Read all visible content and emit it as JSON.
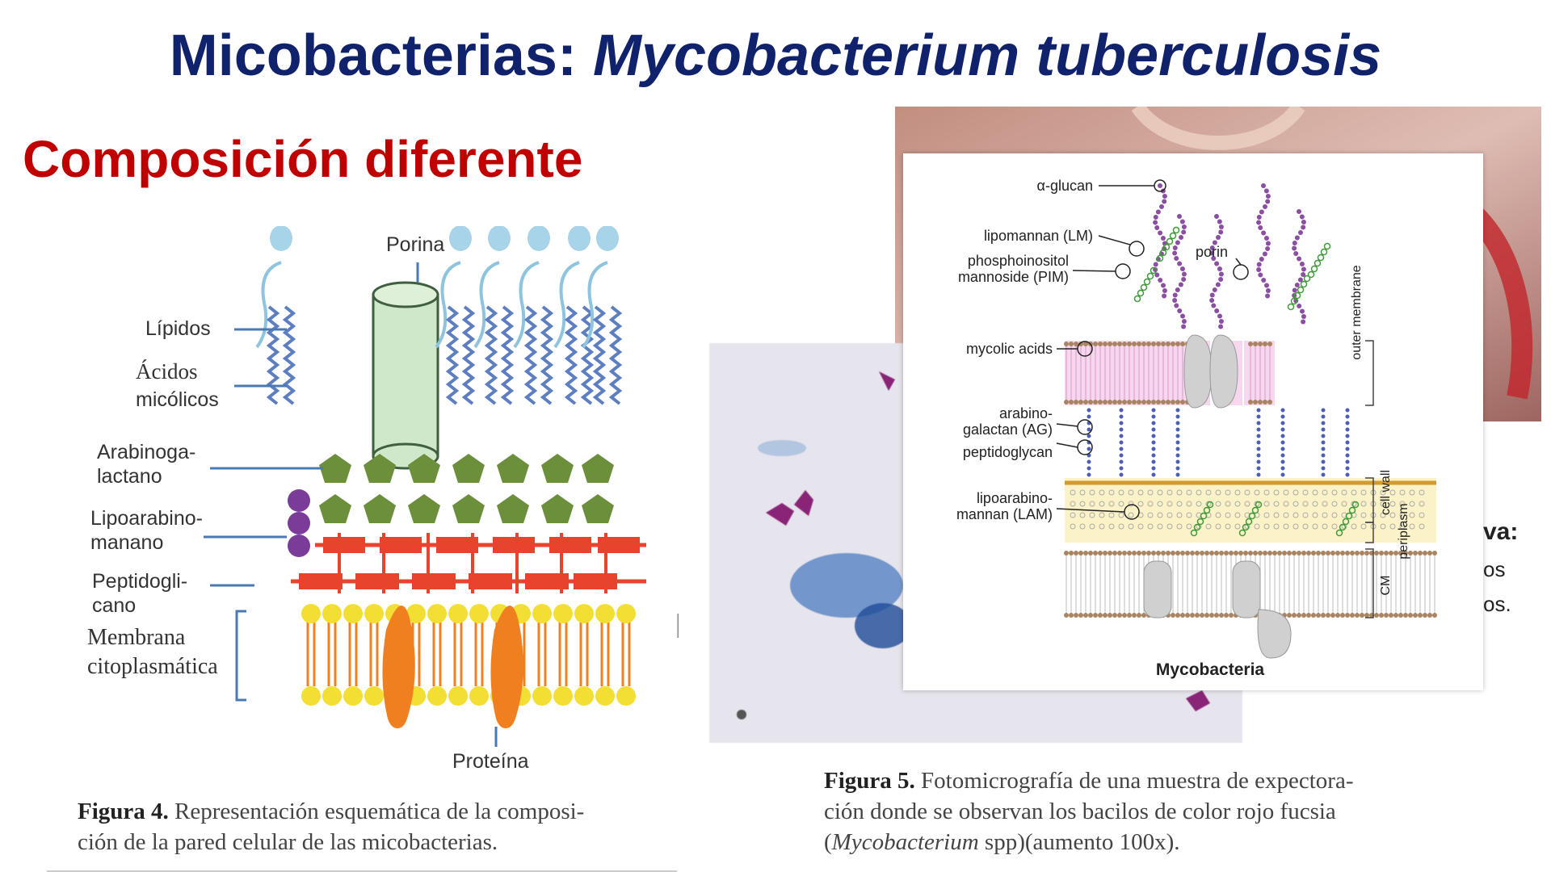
{
  "title_plain": "Micobacterias: ",
  "title_italic": "Mycobacterium tuberculosis",
  "subtitle": "Composición diferente",
  "fig4": {
    "labels": {
      "porina": "Porina",
      "lipidos": "Lípidos",
      "acidos": "Ácidos",
      "micolicos": "micólicos",
      "arabinoga": "Arabinoga-",
      "lactano": "lactano",
      "lipoarabino": "Lipoarabino-",
      "manano": "manano",
      "peptidogli": "Peptidogli-",
      "cano": "cano",
      "membrana": "Membrana",
      "citoplasmatica": "citoplasmática",
      "proteina": "Proteína"
    },
    "caption_bold": "Figura 4.",
    "caption_line1": " Representación esquemática de la composi-",
    "caption_line2": "ción de la pared celular de las micobacterias."
  },
  "fig5": {
    "caption_bold": "Figura 5.",
    "caption_line1": " Fotomicrografía de una muestra de expectora-",
    "caption_line2": "ción donde se observan los bacilos de color rojo fucsia",
    "caption_line3_italic": "Mycobacterium",
    "caption_line3_rest": " spp)(aumento 100x).",
    "caption_line3_open": "("
  },
  "myco": {
    "alpha_glucan": "α-glucan",
    "lipomannan": "lipomannan (LM)",
    "pim1": "phosphoinositol",
    "pim2": "mannoside (PIM)",
    "porin": "porin",
    "mycolic": "mycolic acids",
    "ag1": "arabino-",
    "ag2": "galactan (AG)",
    "peptidoglycan": "peptidoglycan",
    "lam1": "lipoarabino-",
    "lam2": "mannan (LAM)",
    "outer_membrane": "outer membrane",
    "cell_wall": "cell wall",
    "periplasm": "periplasm",
    "cm": "CM",
    "caption": "Mycobacteria"
  },
  "partial_text": {
    "line1": "va:",
    "line2": "os",
    "line3": "os."
  },
  "colors": {
    "title": "#10226b",
    "subtitle": "#c00000",
    "lipid_head": "#a8d4ea",
    "pentagon": "#6c8f3c",
    "peptidoglycan": "#e8432d",
    "membrane_head": "#f3df33",
    "protein": "#f07f1f",
    "porina": "#cfe8c9",
    "lam": "#7a3c98"
  }
}
